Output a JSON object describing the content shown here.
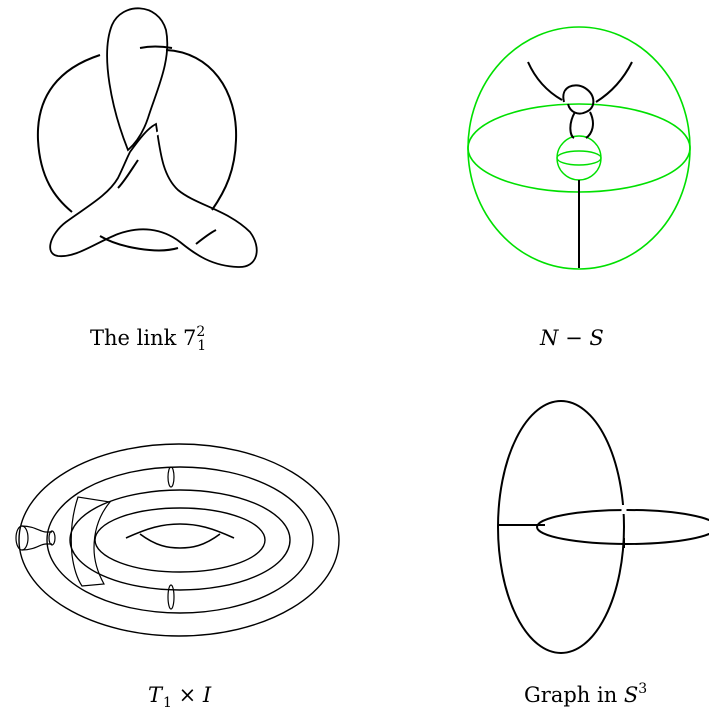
{
  "captions": {
    "link": {
      "text": "The link 7",
      "sup": "2",
      "sub": "1"
    },
    "ns": {
      "left": "N",
      "op": "−",
      "right": "S"
    },
    "torus": {
      "left": "T",
      "sub": "1",
      "op": "×",
      "right": "I"
    },
    "graph": {
      "text": "Graph in ",
      "var": "S",
      "sup": "3"
    }
  },
  "colors": {
    "green": "#00ee00",
    "red": "#ff0000",
    "sphere": "#00e000",
    "ink": "#000000"
  }
}
